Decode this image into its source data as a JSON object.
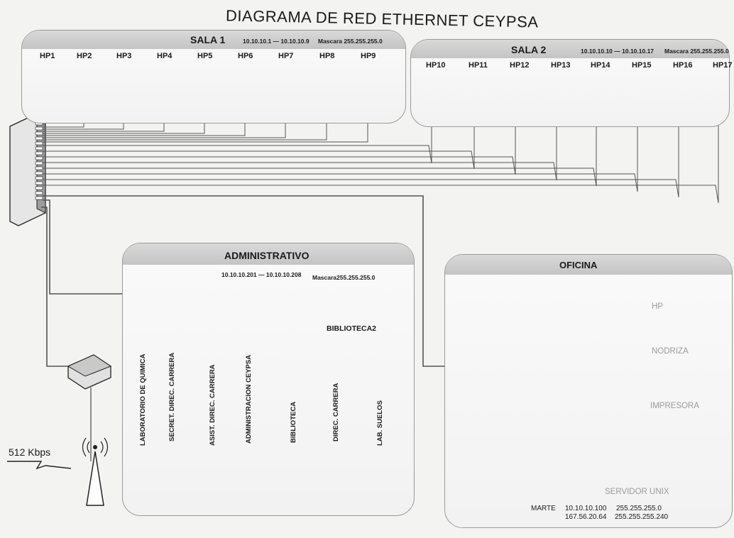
{
  "title": "DIAGRAMA DE RED ETHERNET CEYPSA",
  "sala1": {
    "name": "SALA 1",
    "range": "10.10.10.1 — 10.10.10.9",
    "mask": "Mascara 255.255.255.0",
    "hosts": [
      "HP1",
      "HP2",
      "HP3",
      "HP4",
      "HP5",
      "HP6",
      "HP7",
      "HP8",
      "HP9"
    ]
  },
  "sala2": {
    "name": "SALA 2",
    "range": "10.10.10.10 — 10.10.10.17",
    "mask": "Mascara 255.255.255.0",
    "hosts": [
      "HP10",
      "HP11",
      "HP12",
      "HP13",
      "HP14",
      "HP15",
      "HP16",
      "HP17"
    ]
  },
  "admin": {
    "name": "ADMINISTRATIVO",
    "range": "10.10.10.201 — 10.10.10.208",
    "mask": "Mascara255.255.255.0",
    "hosts": [
      "LABORATORIO DE QUIMICA",
      "SECRET. DIREC. CARRERA",
      "ASIST. DIREC. CARRERA",
      "ADMINISTRACION CEYPSA",
      "BIBLIOTECA",
      "DIREC. CARRERA",
      "LAB. SUELOS"
    ],
    "biblioteca2": "BIBLIOTECA2"
  },
  "oficina": {
    "name": "OFICINA",
    "hp": "HP",
    "nodriza": "NODRIZA",
    "impresora": "IMPRESORA",
    "servidor": "SERVIDOR UNIX",
    "server_name": "MARTE",
    "ip1": "10.10.10.100",
    "mask1": "255.255.255.0",
    "ip2": "167.56.20.64",
    "mask2": "255.255.255.240"
  },
  "link_speed": "512 Kbps",
  "colors": {
    "line": "#555555",
    "room_border": "#9a9a9a",
    "header": "#cfcfcf"
  }
}
